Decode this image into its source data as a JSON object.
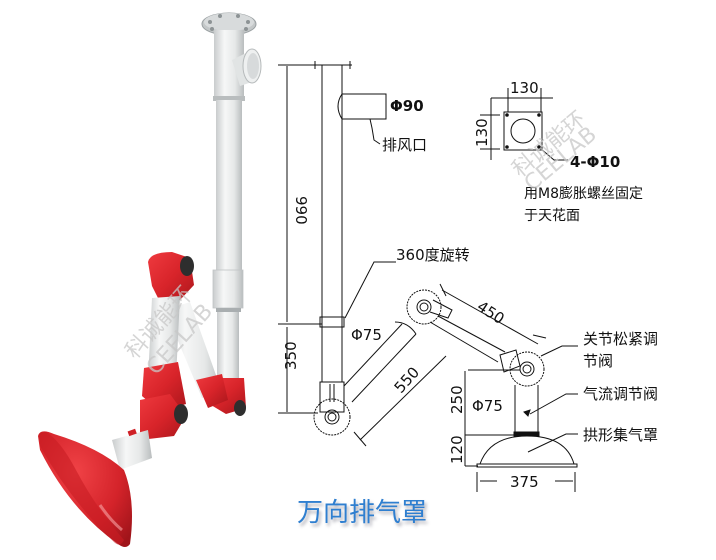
{
  "title": "万向排气罩",
  "watermark": {
    "cn": "科诚能环",
    "en": "CEELAB"
  },
  "photo": {
    "colors": {
      "red": "#d8242a",
      "white": "#e9ecec",
      "dark": "#2e2e2e",
      "flange": "#c9cdce"
    },
    "parts": [
      "ceiling-flange",
      "exhaust-tee",
      "vertical-pipe",
      "telescopic-sleeve",
      "lower-elbow",
      "upper-arm",
      "upper-joint",
      "lower-arm",
      "hood-joint",
      "collection-hood"
    ]
  },
  "drawing": {
    "outlet": {
      "diameter": "Φ90",
      "label": "排风口"
    },
    "mount_plate": {
      "width": "130",
      "height": "130",
      "holes": "4-Φ10",
      "note_line1": "用M8膨胀螺丝固定",
      "note_line2": "于天花面"
    },
    "rotation_label": "360度旋转",
    "dimensions": {
      "vertical_pipe": "990",
      "lower_section": "350",
      "arm_diameter": "Φ75",
      "lower_arm": "550",
      "upper_arm": "450",
      "hood_neck": "250",
      "hood_neck_diameter": "Φ75",
      "hood_height": "120",
      "hood_width": "375"
    },
    "callouts": {
      "joint_line1": "关节松紧调",
      "joint_line2": "节阀",
      "airflow": "气流调节阀",
      "hood": "拱形集气罩"
    }
  }
}
